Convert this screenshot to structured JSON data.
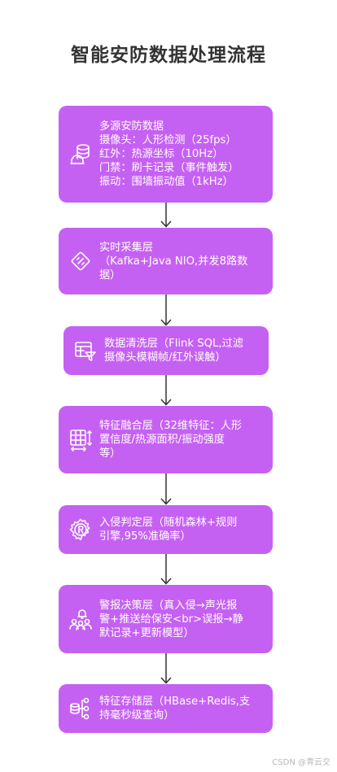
{
  "title": "智能安防数据处理流程",
  "nodes": [
    {
      "icon": "database-helmet-icon",
      "text": "多源安防数据\n摄像头：人形检测（25fps）\n红外：热源坐标（10Hz）\n门禁：刷卡记录（事件触发）\n振动：围墙振动值（1kHz）"
    },
    {
      "icon": "diamond-code-icon",
      "text": "实时采集层\n（Kafka+Java NIO,并发8路数\n据）"
    },
    {
      "icon": "table-filter-icon",
      "text": "数据清洗层（Flink SQL,过滤\n摄像头模糊帧/红外误触）"
    },
    {
      "icon": "table-resize-icon",
      "text": "特征融合层（32维特征：人形\n置信度/热源面积/振动强度\n等）"
    },
    {
      "icon": "registered-gear-icon",
      "text": "入侵判定层（随机森林+规则\n引擎,95%准确率）"
    },
    {
      "icon": "people-alarm-icon",
      "text": "警报决策层（真入侵→声光报\n警+推送给保安<br>误报→静\n默记录+更新模型）"
    },
    {
      "icon": "database-network-icon",
      "text": "特征存储层（HBase+Redis,支\n持毫秒级查询）"
    }
  ],
  "watermark": "CSDN @青云交",
  "colors": {
    "node_fill": "#c561f2",
    "node_text": "#ffffff",
    "title": "#333333",
    "arrow": "#333333"
  }
}
